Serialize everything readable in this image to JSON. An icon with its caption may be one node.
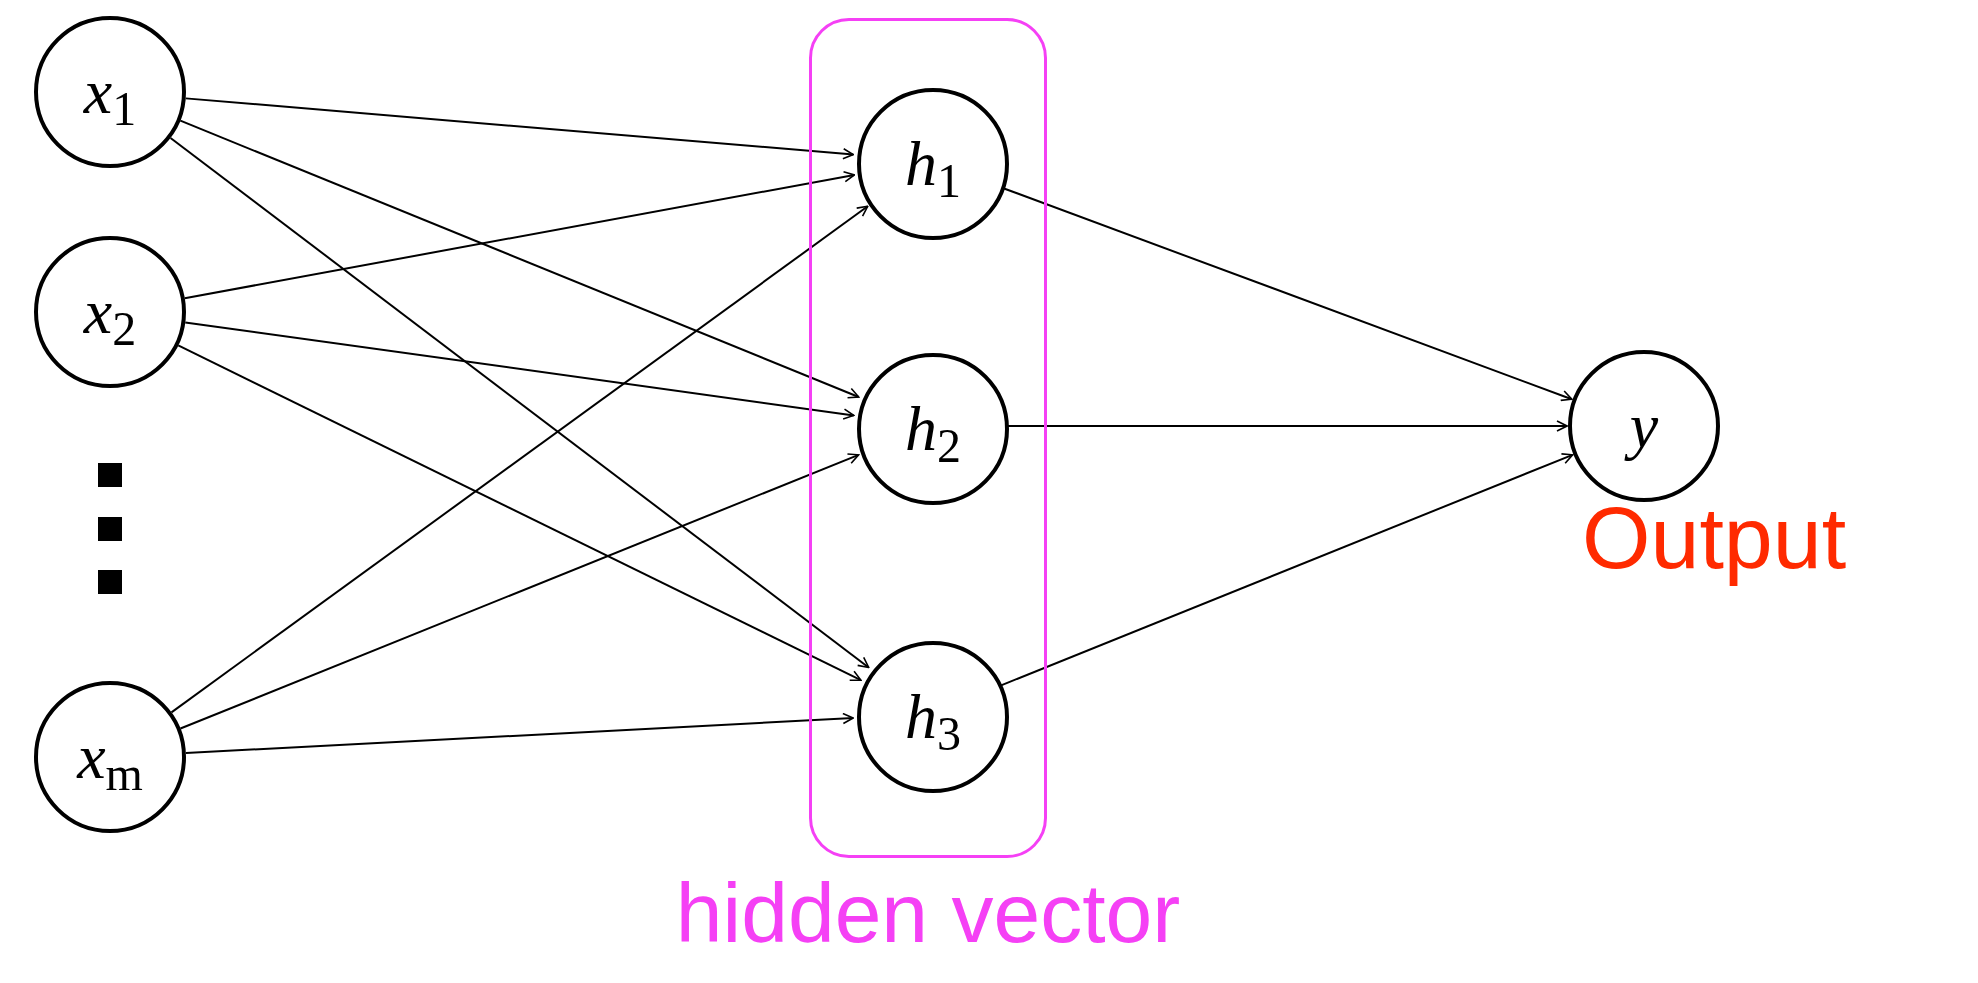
{
  "diagram": {
    "nodes": [
      {
        "text": [
          "*x*$_{1}$"
        ]
      },
      {
        "text": [
          "*x*$_{2}$"
        ]
      },
      {
        "text": [
          "*x*$_{m}$"
        ]
      },
      {
        "text": [
          "hidden vector"
        ]
      },
      {
        "text": [
          "*h*$_{1}$"
        ],
        "in": 3
      },
      {
        "text": [
          "*h*$_{2}$"
        ],
        "in": 3
      },
      {
        "text": [
          "*h*$_{3}$"
        ],
        "in": 3
      },
      {
        "text": [
          "*y*"
        ],
        "beside": [
          "Output"
        ]
      }
    ],
    "edges": [
      {
        "from": 0,
        "to": 4,
        "arrow": "to"
      },
      {
        "from": 0,
        "to": 5,
        "arrow": "to"
      },
      {
        "from": 0,
        "to": 6,
        "arrow": "to"
      },
      {
        "from": 1,
        "to": 4,
        "arrow": "to"
      },
      {
        "from": 1,
        "to": 5,
        "arrow": "to"
      },
      {
        "from": 1,
        "to": 6,
        "arrow": "to"
      },
      {
        "from": 2,
        "to": 4,
        "arrow": "to"
      },
      {
        "from": 2,
        "to": 5,
        "arrow": "to"
      },
      {
        "from": 2,
        "to": 6,
        "arrow": "to"
      },
      {
        "from": 4,
        "to": 7,
        "arrow": "to"
      },
      {
        "from": 5,
        "to": 7,
        "arrow": "to"
      },
      {
        "from": 6,
        "to": 7,
        "arrow": "to"
      }
    ]
  }
}
